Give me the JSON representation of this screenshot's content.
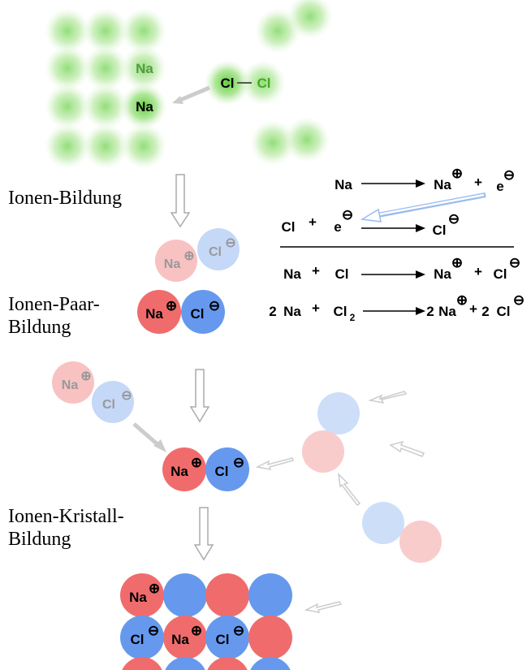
{
  "colors": {
    "sodium_red": "#f06c6c",
    "chlorine_blue": "#6699ee",
    "green_glow": "#5fcc3c",
    "arrow_gray": "#999999",
    "arrow_blue": "#99bbee"
  },
  "stage_labels": {
    "ion_formation": "Ionen-Bildung",
    "ion_pair_line1": "Ionen-Paar-",
    "ion_pair_line2": "Bildung",
    "crystal_line1": "Ionen-Kristall-",
    "crystal_line2": "Bildung"
  },
  "atoms": {
    "na": "Na",
    "cl": "Cl",
    "cl2_bond": "—"
  },
  "charges": {
    "plus": "⊕",
    "minus": "⊖"
  },
  "equations": {
    "eq1": {
      "left": "Na",
      "right": "Na",
      "plus": "+",
      "electron": "e"
    },
    "eq2": {
      "left": "Cl",
      "plus": "+",
      "electron": "e",
      "right": "Cl"
    },
    "eq3": {
      "left1": "Na",
      "plus": "+",
      "left2": "Cl",
      "right1": "Na",
      "right_plus": "+",
      "right2": "Cl"
    },
    "eq4": {
      "coef1": "2",
      "left1": "Na",
      "plus": "+",
      "left2": "Cl",
      "sub2": "2",
      "coef_r1": "2",
      "right1": "Na",
      "right_plus": "+",
      "coef_r2": "2",
      "right2": "Cl"
    }
  }
}
